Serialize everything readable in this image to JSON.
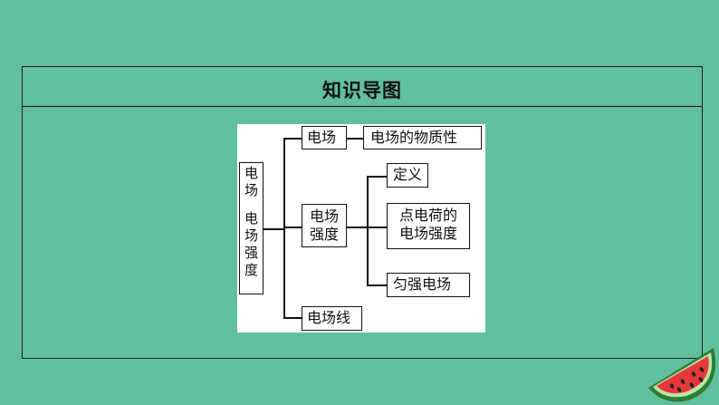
{
  "section_title": "知识导图",
  "diagram": {
    "root": {
      "line1": "电场",
      "line2": "电场",
      "line3": "强度"
    },
    "node_field": "电场",
    "node_material": "电场的物质性",
    "node_strength": {
      "line1": "电场",
      "line2": "强度"
    },
    "node_definition": "定义",
    "node_point_charge": {
      "line1": "点电荷的",
      "line2": "电场强度"
    },
    "node_uniform": "匀强电场",
    "node_field_lines": "电场线"
  },
  "colors": {
    "background": "#62bf9e",
    "line": "#111111",
    "panel": "#ffffff"
  },
  "decoration_icon": "watermelon-slice-icon"
}
